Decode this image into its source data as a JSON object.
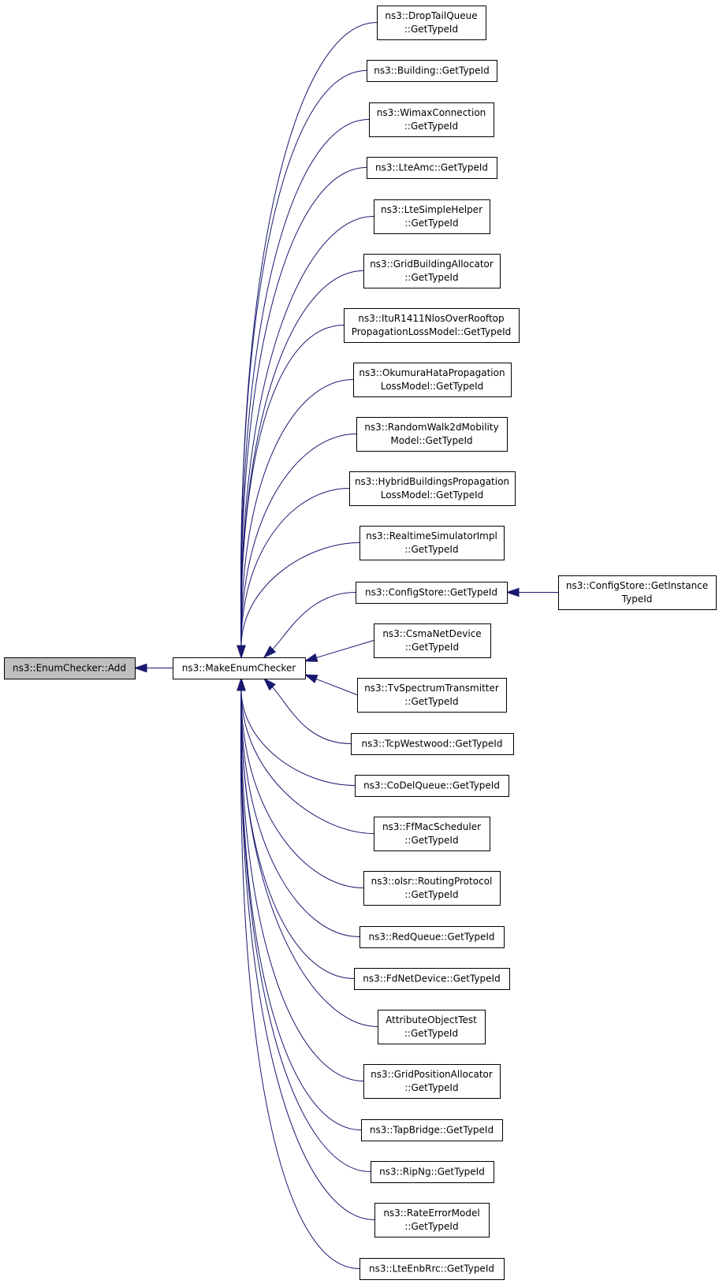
{
  "diagram": {
    "type": "caller-graph",
    "colors": {
      "edge": "#191970",
      "highlighted_node_fill": "#bfbfbf",
      "node_fill": "#ffffff",
      "node_border": "#000000"
    },
    "nodes": [
      {
        "id": "enumchecker-add",
        "lines": [
          "ns3::EnumChecker::Add"
        ],
        "highlighted": true
      },
      {
        "id": "make-enum-checker",
        "lines": [
          "ns3::MakeEnumChecker"
        ]
      },
      {
        "id": "droptailqueue",
        "lines": [
          "ns3::DropTailQueue",
          "::GetTypeId"
        ]
      },
      {
        "id": "building",
        "lines": [
          "ns3::Building::GetTypeId"
        ]
      },
      {
        "id": "wimaxconnection",
        "lines": [
          "ns3::WimaxConnection",
          "::GetTypeId"
        ]
      },
      {
        "id": "lteamc",
        "lines": [
          "ns3::LteAmc::GetTypeId"
        ]
      },
      {
        "id": "ltesimplehelper",
        "lines": [
          "ns3::LteSimpleHelper",
          "::GetTypeId"
        ]
      },
      {
        "id": "gridbuildingallocator",
        "lines": [
          "ns3::GridBuildingAllocator",
          "::GetTypeId"
        ]
      },
      {
        "id": "itur1411",
        "lines": [
          "ns3::ItuR1411NlosOverRooftop",
          "PropagationLossModel::GetTypeId"
        ]
      },
      {
        "id": "okumurahata",
        "lines": [
          "ns3::OkumuraHataPropagation",
          "LossModel::GetTypeId"
        ]
      },
      {
        "id": "randomwalk2d",
        "lines": [
          "ns3::RandomWalk2dMobility",
          "Model::GetTypeId"
        ]
      },
      {
        "id": "hybridbuildings",
        "lines": [
          "ns3::HybridBuildingsPropagation",
          "LossModel::GetTypeId"
        ]
      },
      {
        "id": "realtimesimulator",
        "lines": [
          "ns3::RealtimeSimulatorImpl",
          "::GetTypeId"
        ]
      },
      {
        "id": "configstore",
        "lines": [
          "ns3::ConfigStore::GetTypeId"
        ]
      },
      {
        "id": "configstore-instance",
        "lines": [
          "ns3::ConfigStore::GetInstance",
          "TypeId"
        ]
      },
      {
        "id": "csmanetdevice",
        "lines": [
          "ns3::CsmaNetDevice",
          "::GetTypeId"
        ]
      },
      {
        "id": "tvspectrum",
        "lines": [
          "ns3::TvSpectrumTransmitter",
          "::GetTypeId"
        ]
      },
      {
        "id": "tcpwestwood",
        "lines": [
          "ns3::TcpWestwood::GetTypeId"
        ]
      },
      {
        "id": "codelqueue",
        "lines": [
          "ns3::CoDelQueue::GetTypeId"
        ]
      },
      {
        "id": "ffmacscheduler",
        "lines": [
          "ns3::FfMacScheduler",
          "::GetTypeId"
        ]
      },
      {
        "id": "olsr",
        "lines": [
          "ns3::olsr::RoutingProtocol",
          "::GetTypeId"
        ]
      },
      {
        "id": "redqueue",
        "lines": [
          "ns3::RedQueue::GetTypeId"
        ]
      },
      {
        "id": "fdnetdevice",
        "lines": [
          "ns3::FdNetDevice::GetTypeId"
        ]
      },
      {
        "id": "attributeobjecttest",
        "lines": [
          "AttributeObjectTest",
          "::GetTypeId"
        ]
      },
      {
        "id": "gridpositionallocator",
        "lines": [
          "ns3::GridPositionAllocator",
          "::GetTypeId"
        ]
      },
      {
        "id": "tapbridge",
        "lines": [
          "ns3::TapBridge::GetTypeId"
        ]
      },
      {
        "id": "ripng",
        "lines": [
          "ns3::RipNg::GetTypeId"
        ]
      },
      {
        "id": "rateerrormodel",
        "lines": [
          "ns3::RateErrorModel",
          "::GetTypeId"
        ]
      },
      {
        "id": "lteenbrrc",
        "lines": [
          "ns3::LteEnbRrc::GetTypeId"
        ]
      }
    ],
    "edges": [
      {
        "from": "make-enum-checker",
        "to": "enumchecker-add"
      },
      {
        "from": "droptailqueue",
        "to": "make-enum-checker"
      },
      {
        "from": "building",
        "to": "make-enum-checker"
      },
      {
        "from": "wimaxconnection",
        "to": "make-enum-checker"
      },
      {
        "from": "lteamc",
        "to": "make-enum-checker"
      },
      {
        "from": "ltesimplehelper",
        "to": "make-enum-checker"
      },
      {
        "from": "gridbuildingallocator",
        "to": "make-enum-checker"
      },
      {
        "from": "itur1411",
        "to": "make-enum-checker"
      },
      {
        "from": "okumurahata",
        "to": "make-enum-checker"
      },
      {
        "from": "randomwalk2d",
        "to": "make-enum-checker"
      },
      {
        "from": "hybridbuildings",
        "to": "make-enum-checker"
      },
      {
        "from": "realtimesimulator",
        "to": "make-enum-checker"
      },
      {
        "from": "configstore",
        "to": "make-enum-checker"
      },
      {
        "from": "configstore-instance",
        "to": "configstore"
      },
      {
        "from": "csmanetdevice",
        "to": "make-enum-checker"
      },
      {
        "from": "tvspectrum",
        "to": "make-enum-checker"
      },
      {
        "from": "tcpwestwood",
        "to": "make-enum-checker"
      },
      {
        "from": "codelqueue",
        "to": "make-enum-checker"
      },
      {
        "from": "ffmacscheduler",
        "to": "make-enum-checker"
      },
      {
        "from": "olsr",
        "to": "make-enum-checker"
      },
      {
        "from": "redqueue",
        "to": "make-enum-checker"
      },
      {
        "from": "fdnetdevice",
        "to": "make-enum-checker"
      },
      {
        "from": "attributeobjecttest",
        "to": "make-enum-checker"
      },
      {
        "from": "gridpositionallocator",
        "to": "make-enum-checker"
      },
      {
        "from": "tapbridge",
        "to": "make-enum-checker"
      },
      {
        "from": "ripng",
        "to": "make-enum-checker"
      },
      {
        "from": "rateerrormodel",
        "to": "make-enum-checker"
      },
      {
        "from": "lteenbrrc",
        "to": "make-enum-checker"
      }
    ]
  }
}
